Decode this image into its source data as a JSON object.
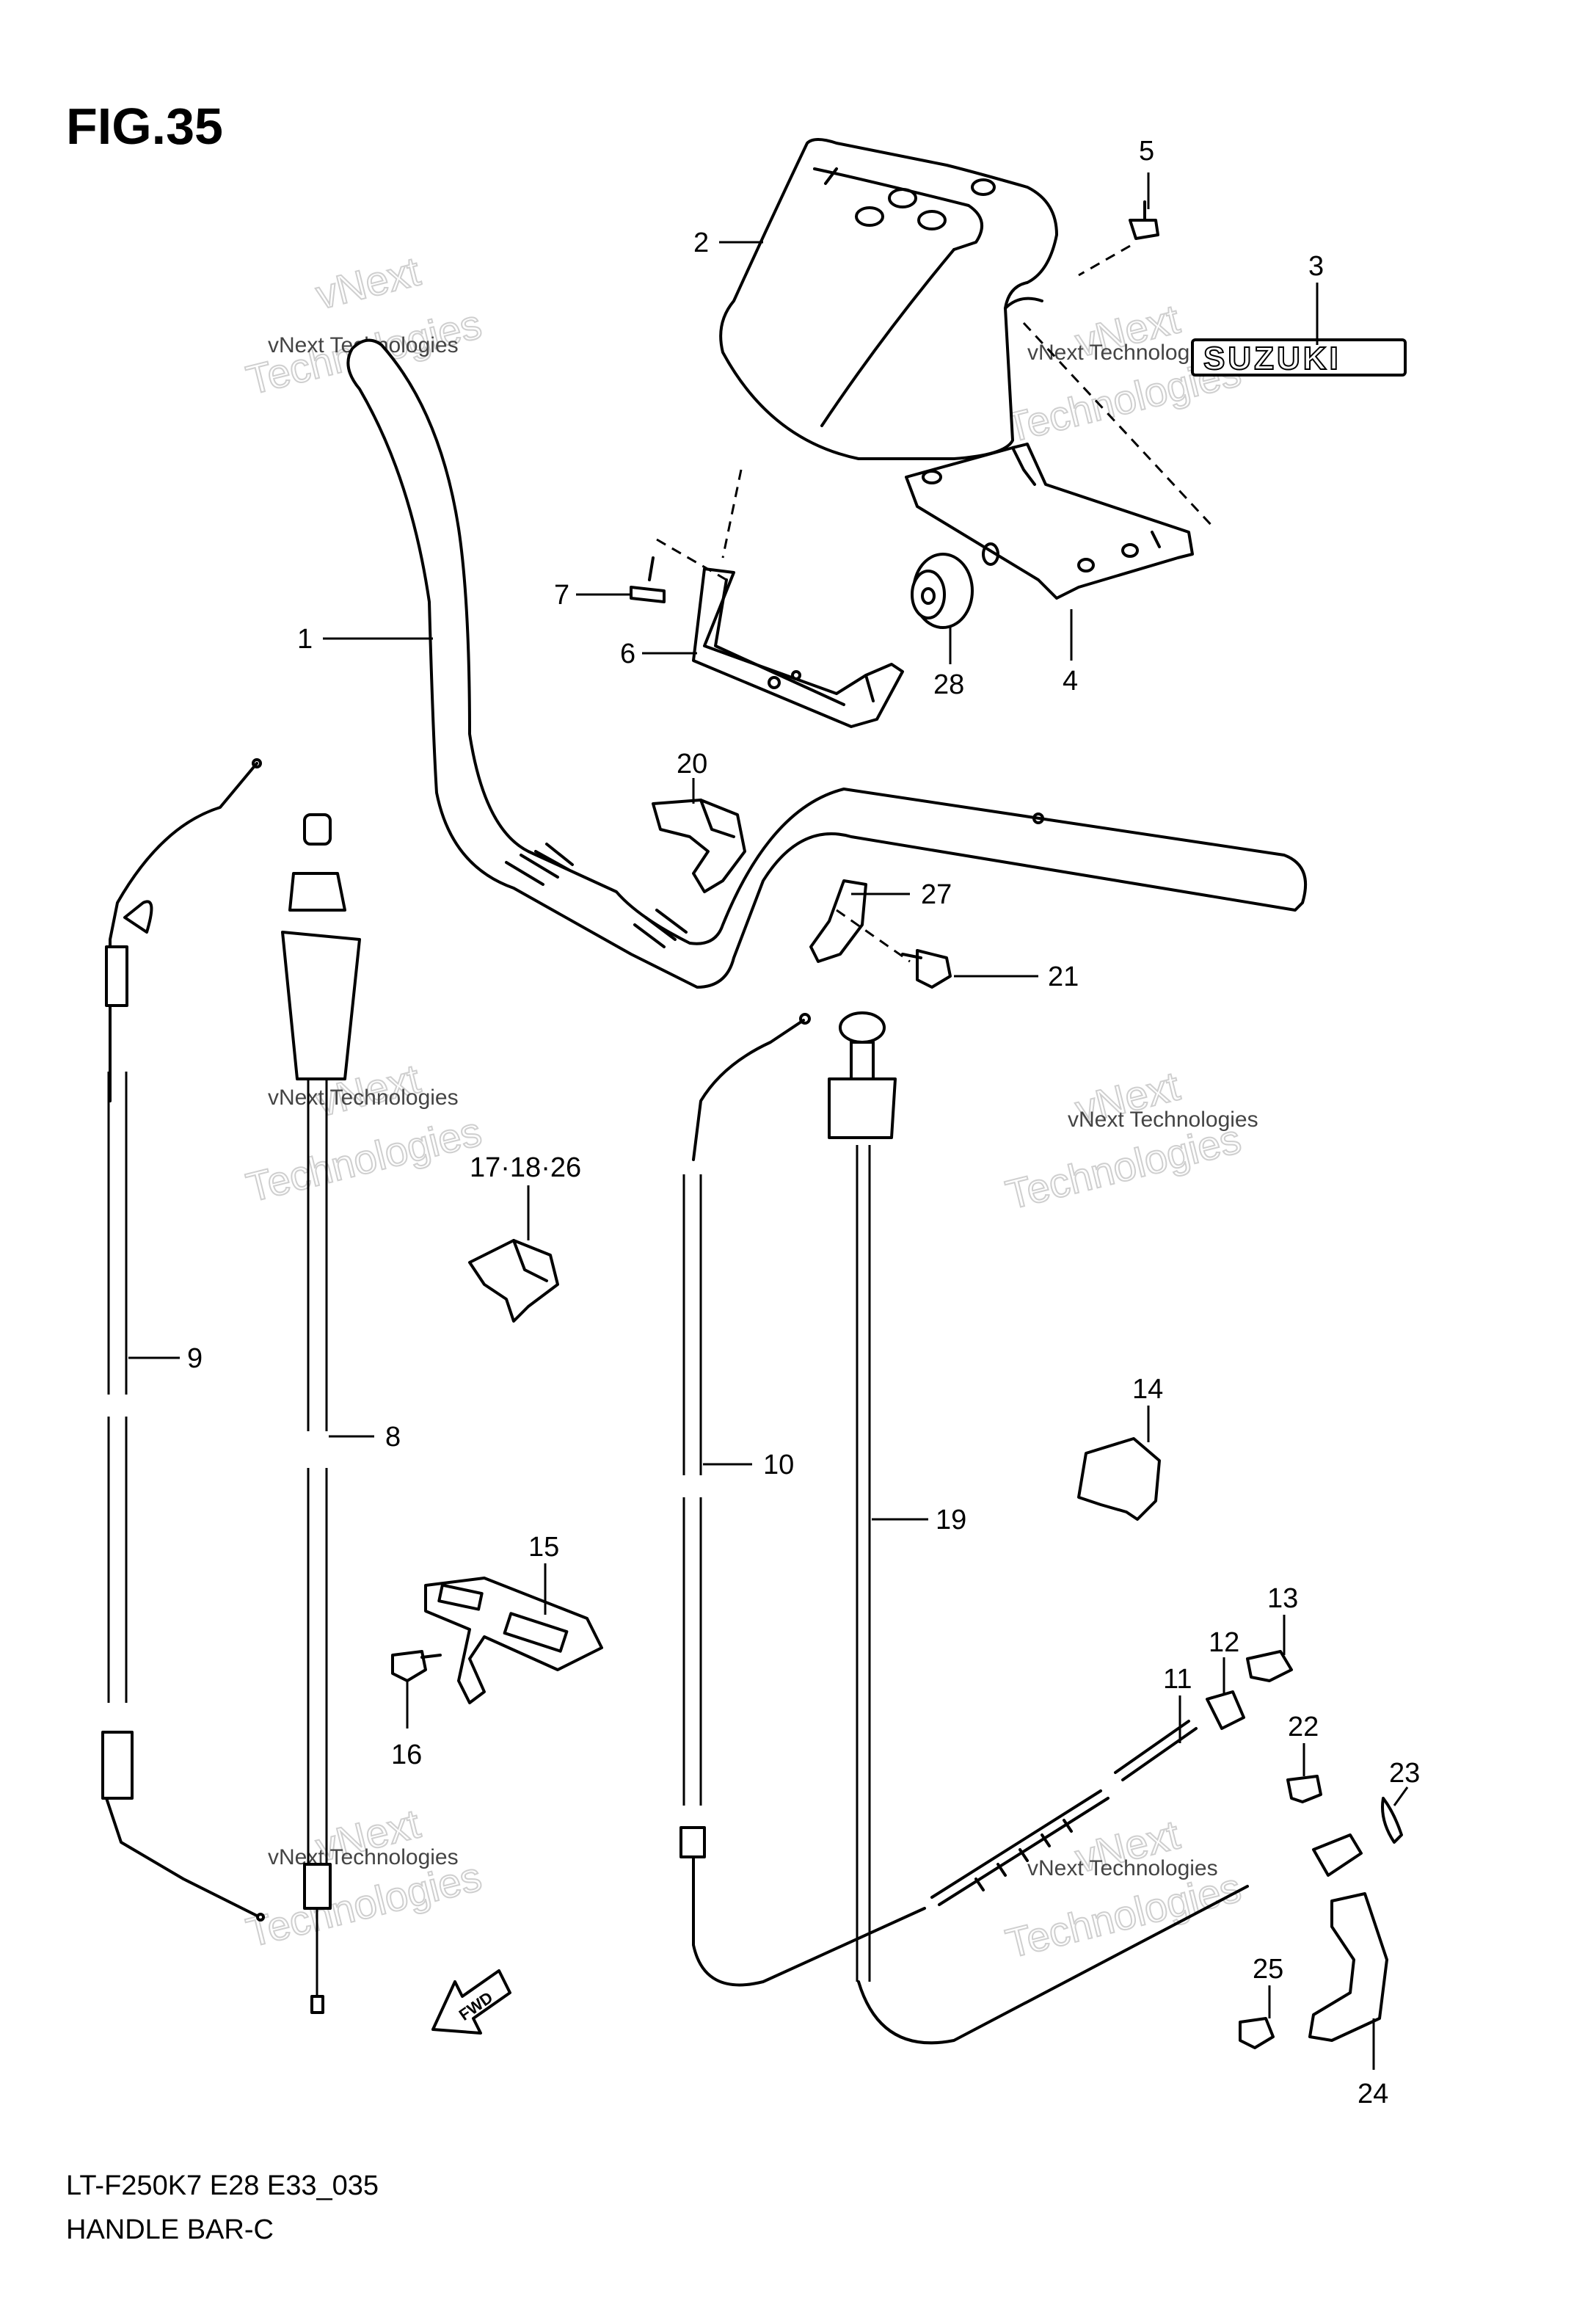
{
  "figure": {
    "title": "FIG.35",
    "code": "LT-F250K7 E28 E33_035",
    "name": "HANDLE BAR-C",
    "logo_text": "SUZUKI",
    "fwd_text": "FWD"
  },
  "watermark": {
    "line1": "vNext Technologies",
    "big_a": "vNext",
    "big_b": "Technologies"
  },
  "callouts": {
    "c1": "1",
    "c2": "2",
    "c3": "3",
    "c4": "4",
    "c5": "5",
    "c6": "6",
    "c7": "7",
    "c8": "8",
    "c9": "9",
    "c10": "10",
    "c11": "11",
    "c12": "12",
    "c13": "13",
    "c14": "14",
    "c15": "15",
    "c16": "16",
    "c17": "17·18·26",
    "c19": "19",
    "c20": "20",
    "c21": "21",
    "c22": "22",
    "c23": "23",
    "c24": "24",
    "c25": "25",
    "c27": "27",
    "c28": "28"
  }
}
